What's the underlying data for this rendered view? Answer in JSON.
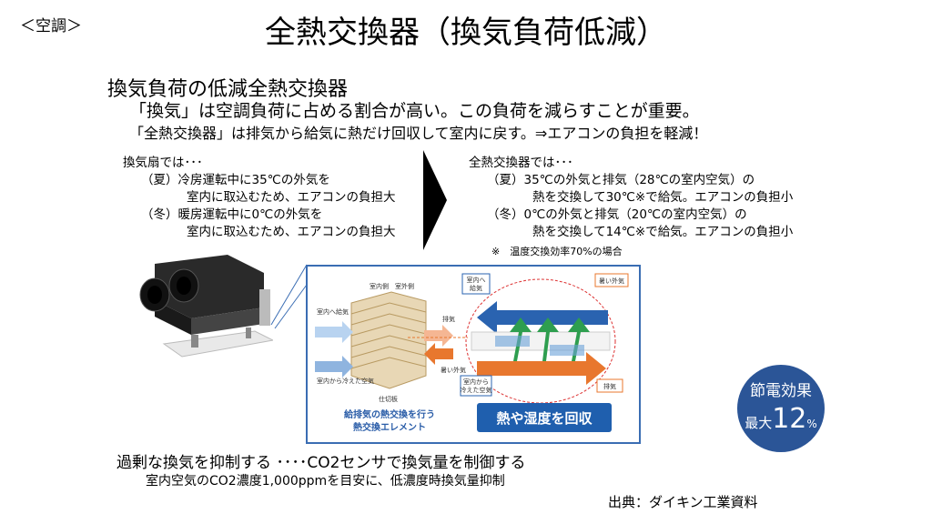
{
  "header": {
    "section_tag": "＜空調＞",
    "title": "全熱交換器（換気負荷低減）"
  },
  "intro": {
    "subheading": "換気負荷の低減全熱交換器",
    "lead1": "「換気」は空調負荷に占める割合が高い。この負荷を減らすことが重要。",
    "lead2": "「全熱交換器」は排気から給気に熱だけ回収して室内に戻す。⇒エアコンの負担を軽減！"
  },
  "left_column": {
    "heading": "換気扇では･･･",
    "summer_label": "（夏）冷房運転中に35℃の外気を",
    "summer_cont": "室内に取込むため、エアコンの負担大",
    "winter_label": "（冬）暖房運転中に0℃の外気を",
    "winter_cont": "室内に取込むため、エアコンの負担大"
  },
  "right_column": {
    "heading": "全熱交換器では･･･",
    "summer_label": "（夏）35℃の外気と排気（28℃の室内空気）の",
    "summer_cont": "熱を交換して30℃※で給気。エアコンの負担小",
    "winter_label": "（冬）0℃の外気と排気（20℃の室内空気）の",
    "winter_cont": "熱を交換して14℃※で給気。エアコンの負担小",
    "note": "※　温度交換効率70%の場合"
  },
  "figure": {
    "element_caption_1": "給排気の熱交換を行う",
    "element_caption_2": "熱交換エレメント",
    "recover_label": "熱や湿度を回収",
    "lbl_supply_room": "室内へ給気",
    "lbl_exhaust": "排気",
    "lbl_cold_room": "室内から冷えた空気",
    "lbl_hot_outside": "暑い外気",
    "lbl_room_side": "室内側",
    "lbl_outside_side": "室外側",
    "lbl_partition": "仕切板",
    "rl_supply_room_1": "室内へ",
    "rl_supply_room_2": "給気",
    "rl_hot_outside": "暑い外気",
    "rl_from_room_1": "室内から",
    "rl_from_room_2": "冷えた空気",
    "rl_exhaust": "排気"
  },
  "badge": {
    "line1": "節電効果",
    "prefix": "最大",
    "value": "12",
    "unit": "%"
  },
  "bottom": {
    "line1": "過剰な換気を抑制する ････CO2センサで換気量を制御する",
    "line2": "室内空気のCO2濃度1,000ppmを目安に、低濃度時換気量抑制"
  },
  "source": "出典：ダイキン工業資料",
  "colors": {
    "badge_bg": "#2b5597",
    "frame": "#3a6db3",
    "recover_bg": "#1f5fae",
    "supply_arrow": "#2a63b0",
    "exhaust_arrow": "#e8772e",
    "green_arrow": "#2e9e4f"
  }
}
